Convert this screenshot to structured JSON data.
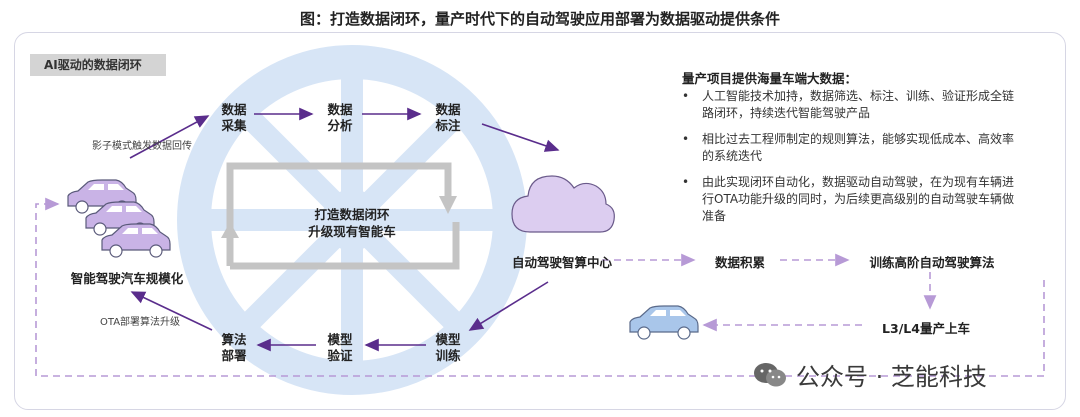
{
  "title": "图：打造数据闭环，量产时代下的自动驾驶应用部署为数据驱动提供条件",
  "section_tag": "AI驱动的数据闭环",
  "loop": {
    "collect_1": "数据",
    "collect_2": "采集",
    "analyze_1": "数据",
    "analyze_2": "分析",
    "annotate_1": "数据",
    "annotate_2": "标注",
    "train_1": "模型",
    "train_2": "训练",
    "verify_1": "模型",
    "verify_2": "验证",
    "deploy_1": "算法",
    "deploy_2": "部署",
    "center_1": "打造数据闭环",
    "center_2": "升级现有智能车"
  },
  "labels": {
    "shadow_mode": "影子模式触发数据回传",
    "ota": "OTA部署算法升级",
    "fleet": "智能驾驶汽车规模化",
    "compute_center": "自动驾驶智算中心",
    "data_accumulation": "数据积累",
    "train_advanced": "训练高阶自动驾驶算法",
    "mass_production": "L3/L4量产上车"
  },
  "right_panel": {
    "heading": "量产项目提供海量车端大数据：",
    "bullets": [
      "人工智能技术加持，数据筛选、标注、训练、验证形成全链路闭环，持续迭代智能驾驶产品",
      "相比过去工程师制定的规则算法，能够实现低成本、高效率的系统迭代",
      "由此实现闭环自动化，数据驱动自动驾驶，在为现有车辆进行OTA功能升级的同时，为后续更高级别的自动驾驶车辆做准备"
    ]
  },
  "watermark": "公众号 · 芝能科技",
  "colors": {
    "arrow": "#5a2d8c",
    "dash": "#b79ad6",
    "car_fill": "#c9b3e6",
    "cloud_fill": "#dccdf0",
    "wheel": "#cfe0f4",
    "blue_car": "#a9c6ea",
    "loop_gray": "#c4c4c4"
  }
}
